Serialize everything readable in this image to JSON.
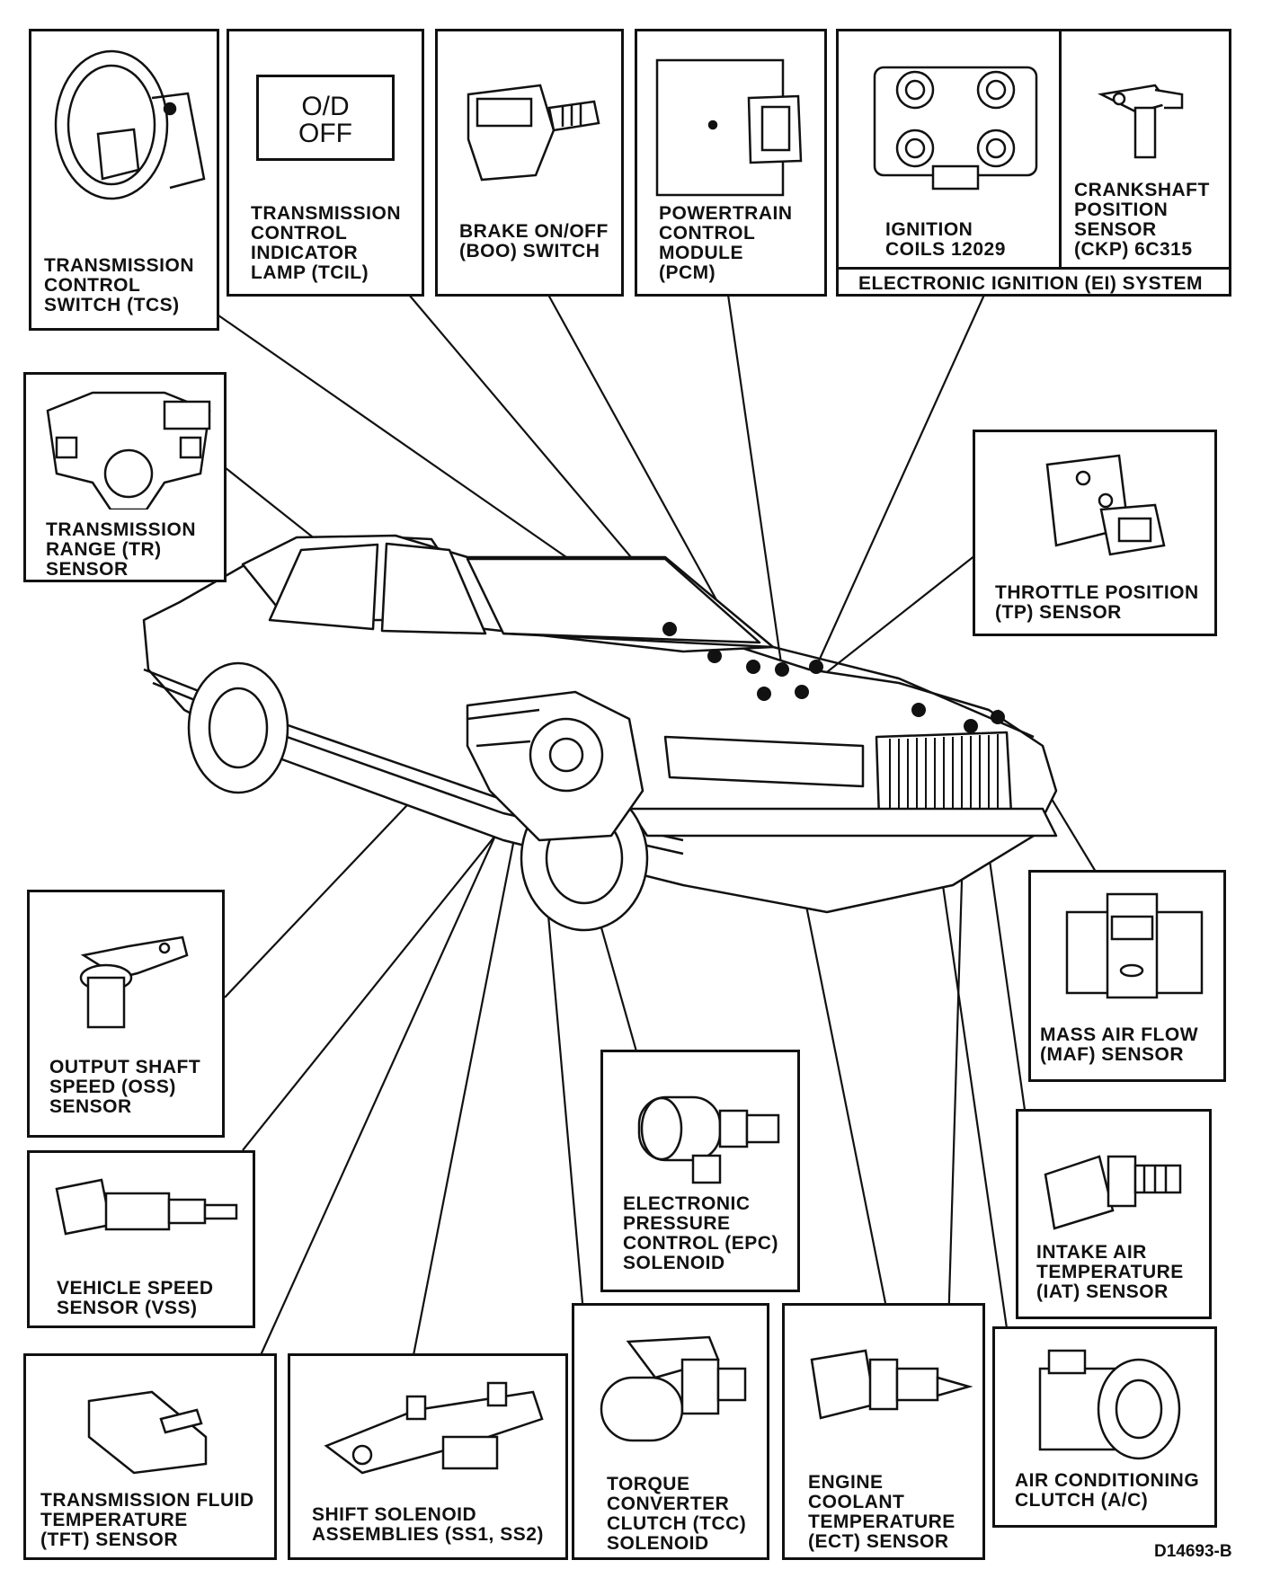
{
  "figure_id": "D14693-B",
  "components": {
    "tcs": "TRANSMISSION\nCONTROL\nSWITCH (TCS)",
    "tcil": "TRANSMISSION\nCONTROL\nINDICATOR\nLAMP (TCIL)",
    "tcil_lamp_text": "O/D\nOFF",
    "boo": "BRAKE ON/OFF\n(BOO) SWITCH",
    "pcm": "POWERTRAIN\nCONTROL\nMODULE\n(PCM)",
    "ignition_coils": "IGNITION\nCOILS 12029",
    "ckp": "CRANKSHAFT\nPOSITION\nSENSOR\n(CKP) 6C315",
    "ei_system": "ELECTRONIC IGNITION (EI) SYSTEM",
    "tr": "TRANSMISSION\nRANGE (TR)\nSENSOR",
    "tp": "THROTTLE POSITION\n(TP) SENSOR",
    "oss": "OUTPUT SHAFT\nSPEED (OSS)\nSENSOR",
    "maf": "MASS AIR FLOW\n(MAF) SENSOR",
    "epc": "ELECTRONIC\nPRESSURE\nCONTROL (EPC)\nSOLENOID",
    "iat": "INTAKE AIR\nTEMPERATURE\n(IAT) SENSOR",
    "vss": "VEHICLE SPEED\nSENSOR (VSS)",
    "tft": "TRANSMISSION FLUID\nTEMPERATURE\n(TFT) SENSOR",
    "shift_solenoids": "SHIFT SOLENOID\nASSEMBLIES (SS1, SS2)",
    "tcc": "TORQUE\nCONVERTER\nCLUTCH (TCC)\nSOLENOID",
    "ect": "ENGINE\nCOOLANT\nTEMPERATURE\n(ECT) SENSOR",
    "ac": "AIR CONDITIONING\nCLUTCH (A/C)"
  }
}
